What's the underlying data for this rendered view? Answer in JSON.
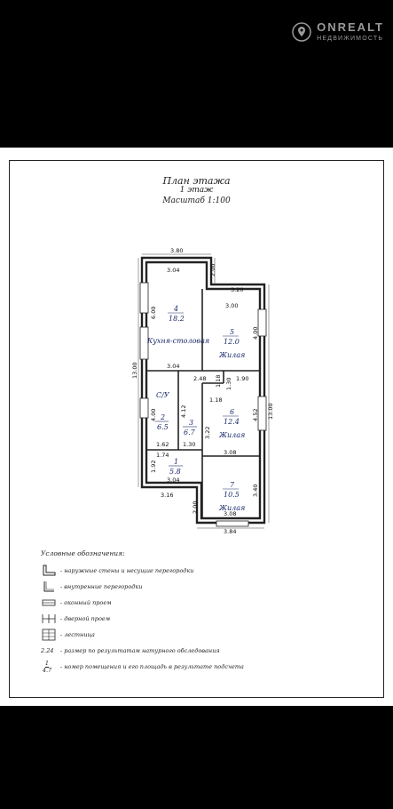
{
  "watermark": {
    "brand": "ONREALT",
    "sub": "НЕДВИЖИМОСТЬ"
  },
  "plan": {
    "title": "План этажа",
    "floor": "1 этаж",
    "scale": "Масштаб 1:100",
    "dims": {
      "top_width": "3.80",
      "inner_top": "3.04",
      "ledge_v": "2.00",
      "ledge_h": "3.20",
      "room4_h": "6.00",
      "room5_w": "3.00",
      "room5_h": "4.00",
      "total_h": "13.00",
      "mid_w": "3.04",
      "mid_a": "2.48",
      "mid_b": "1.18",
      "mid_c": "1.90",
      "mid_d": "1.30",
      "mid_e": "1.18",
      "room2_h": "4.00",
      "room3_h": "4.12",
      "room6_left": "3.22",
      "room6_right": "4.52",
      "right_total": "13.00",
      "room2_w": "1.62",
      "room3_w": "1.30",
      "room1_w": "1.74",
      "room6_w": "3.08",
      "room1_h": "1.92",
      "bottom_w1": "3.04",
      "bottom_w2": "3.16",
      "room7_h": "3.40",
      "bottom_v": "2.00",
      "room7_w": "3.08",
      "bottom_total": "3.84"
    },
    "rooms": [
      {
        "num": "4",
        "area": "18.2",
        "label": "Кухня-столовая"
      },
      {
        "num": "5",
        "area": "12.0",
        "label": "Жилая"
      },
      {
        "num": "2",
        "area": "6.5",
        "label": "С/У"
      },
      {
        "num": "3",
        "area": "6.7",
        "label": ""
      },
      {
        "num": "6",
        "area": "12.4",
        "label": "Жилая"
      },
      {
        "num": "1",
        "area": "5.8",
        "label": ""
      },
      {
        "num": "7",
        "area": "10.5",
        "label": "Жилая"
      }
    ]
  },
  "legend": {
    "title": "Условные обозначения:",
    "items": [
      "- наружные стены и несущие перегородки",
      "- внутренние перегородки",
      "- оконный проем",
      "- дверной проем",
      "- лестница",
      "- размер по результатам натурного обследования",
      "- номер помещения и его площадь в результате подсчета"
    ],
    "sample_dim": "2.24",
    "sample_num": "1",
    "sample_area": "4.7"
  }
}
